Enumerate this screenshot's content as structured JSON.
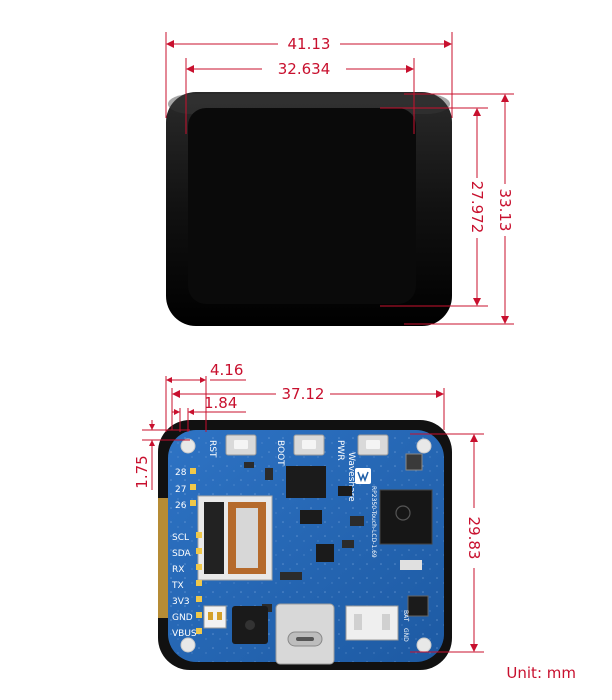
{
  "dimensions": {
    "outer_width": "41.13",
    "screen_width": "32.634",
    "screen_height": "27.972",
    "outer_height": "33.13",
    "pin_offset_a": "4.16",
    "pin_offset_b": "1.84",
    "pcb_width": "37.12",
    "top_offset": "1.75",
    "pcb_height": "29.83"
  },
  "pcb": {
    "buttons": [
      "RST",
      "BOOT",
      "PWR"
    ],
    "brand": "Waveshare",
    "chip_label": "RP2350-Touch-LCD-1.69",
    "pins": [
      "28",
      "27",
      "26",
      "SCL",
      "SDA",
      "RX",
      "TX",
      "3V3",
      "GND",
      "VBUS"
    ],
    "connector_labels": [
      "BAT",
      "GND"
    ]
  },
  "unit_label": "Unit: mm",
  "colors": {
    "dimension": "#c8102e",
    "pcb": "#1f5fa8",
    "bezel": "#0d0d0d"
  }
}
